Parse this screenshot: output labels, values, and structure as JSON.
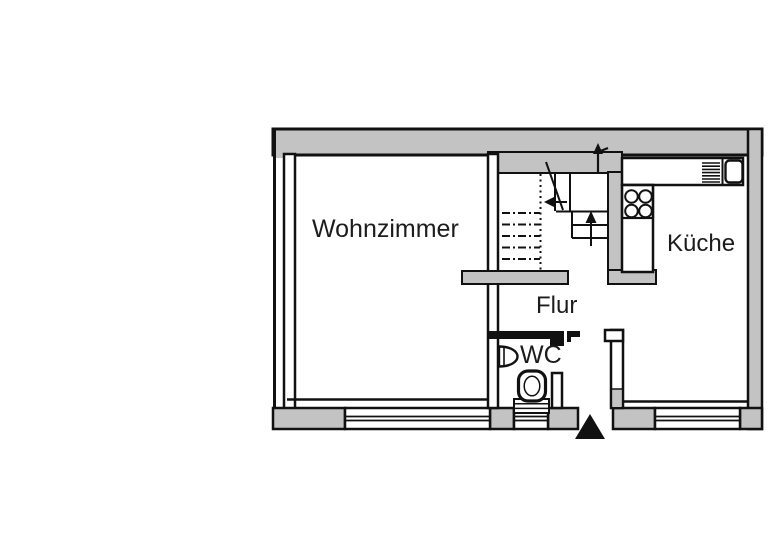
{
  "plan": {
    "title": "apartment-floor-plan",
    "rooms": [
      {
        "id": "wohnzimmer",
        "label": "Wohnzimmer"
      },
      {
        "id": "kueche",
        "label": "Küche"
      },
      {
        "id": "flur",
        "label": "Flur"
      },
      {
        "id": "wc",
        "label": "WC"
      }
    ],
    "symbols": [
      "staircase-with-up-arrow",
      "stair-exit-arrow-through-top-wall",
      "kitchen-counter",
      "kitchen-sink-with-drainer",
      "stove-four-hotplates",
      "wc-toilet",
      "wc-wash-basin",
      "three-windows-in-south-wall",
      "entrance-arrow"
    ],
    "colors": {
      "wall_fill": "#c3c3c3",
      "line": "#111111",
      "background": "#ffffff",
      "entrance_marker": "#111111"
    }
  }
}
